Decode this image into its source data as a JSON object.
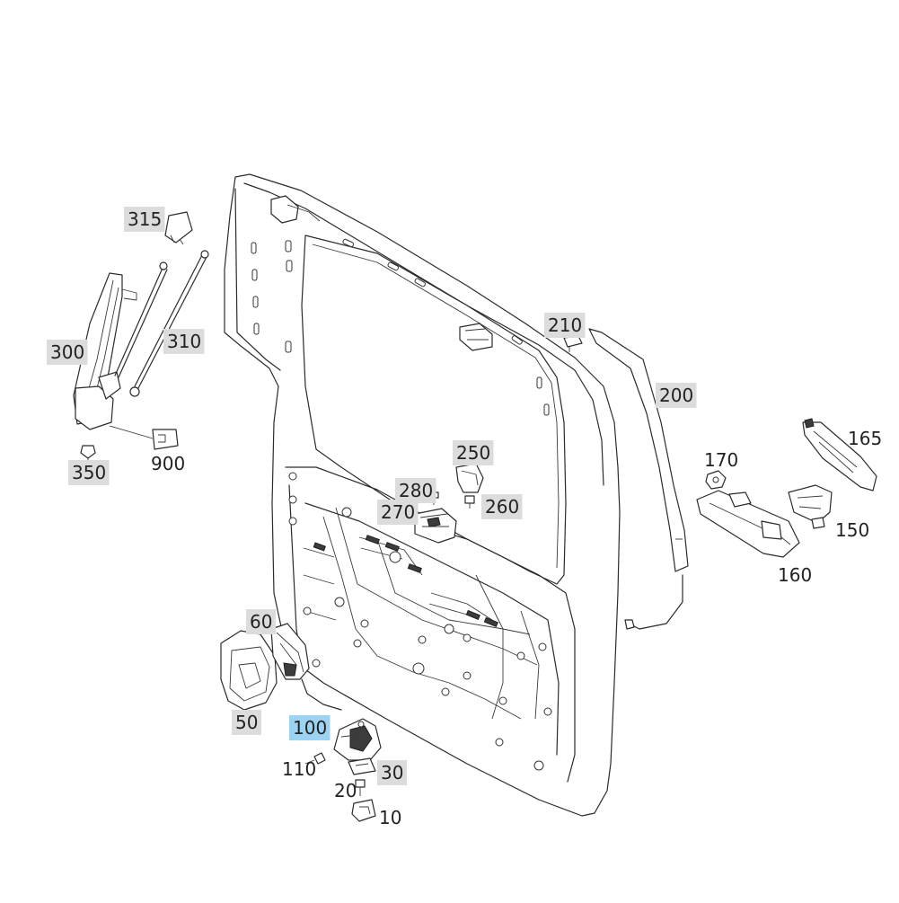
{
  "colors": {
    "label_box": "#dcdcdc",
    "label_highlight": "#9dd3f2",
    "line": "#2b2b2b",
    "text": "#222222"
  },
  "callouts": [
    {
      "id": "315",
      "text": "315",
      "boxed": true,
      "highlight": false
    },
    {
      "id": "300",
      "text": "300",
      "boxed": true,
      "highlight": false
    },
    {
      "id": "310",
      "text": "310",
      "boxed": true,
      "highlight": false
    },
    {
      "id": "350",
      "text": "350",
      "boxed": true,
      "highlight": false
    },
    {
      "id": "900",
      "text": "900",
      "boxed": false,
      "highlight": false
    },
    {
      "id": "210",
      "text": "210",
      "boxed": true,
      "highlight": false
    },
    {
      "id": "200",
      "text": "200",
      "boxed": true,
      "highlight": false
    },
    {
      "id": "165",
      "text": "165",
      "boxed": false,
      "highlight": false
    },
    {
      "id": "170",
      "text": "170",
      "boxed": false,
      "highlight": false
    },
    {
      "id": "150",
      "text": "150",
      "boxed": false,
      "highlight": false
    },
    {
      "id": "160",
      "text": "160",
      "boxed": false,
      "highlight": false
    },
    {
      "id": "250",
      "text": "250",
      "boxed": true,
      "highlight": false
    },
    {
      "id": "280",
      "text": "280",
      "boxed": true,
      "highlight": false
    },
    {
      "id": "260",
      "text": "260",
      "boxed": true,
      "highlight": false
    },
    {
      "id": "270",
      "text": "270",
      "boxed": true,
      "highlight": false
    },
    {
      "id": "60",
      "text": "60",
      "boxed": true,
      "highlight": false
    },
    {
      "id": "50",
      "text": "50",
      "boxed": true,
      "highlight": false
    },
    {
      "id": "100",
      "text": "100",
      "boxed": true,
      "highlight": true
    },
    {
      "id": "110",
      "text": "110",
      "boxed": false,
      "highlight": false
    },
    {
      "id": "30",
      "text": "30",
      "boxed": true,
      "highlight": false
    },
    {
      "id": "20",
      "text": "20",
      "boxed": false,
      "highlight": false
    },
    {
      "id": "10",
      "text": "10",
      "boxed": false,
      "highlight": false
    }
  ]
}
